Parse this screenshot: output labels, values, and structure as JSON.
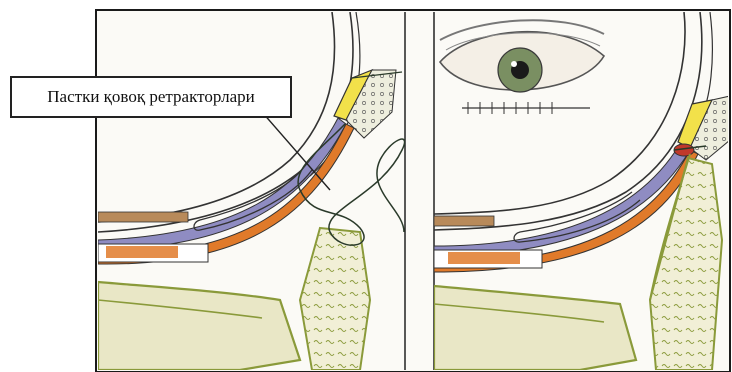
{
  "callout": {
    "label": "Пастки қовоқ ретракторлари"
  },
  "colors": {
    "background": "#fbfaf6",
    "frame": "#1a1a1a",
    "orbital_line": "#3a3a3a",
    "tarsus_yellow": "#f2e14a",
    "retractor_orange": "#e07a2a",
    "septum_purple": "#8f8cc2",
    "bone_olive": "#8a9a3a",
    "bone_fill": "#e9e7c6",
    "suture_dark": "#2a3a2a"
  },
  "panels": [
    {
      "name": "before-repair",
      "icons": [
        "suture-icon"
      ]
    },
    {
      "name": "after-repair",
      "icons": [
        "eye-icon",
        "suture-icon"
      ]
    }
  ]
}
